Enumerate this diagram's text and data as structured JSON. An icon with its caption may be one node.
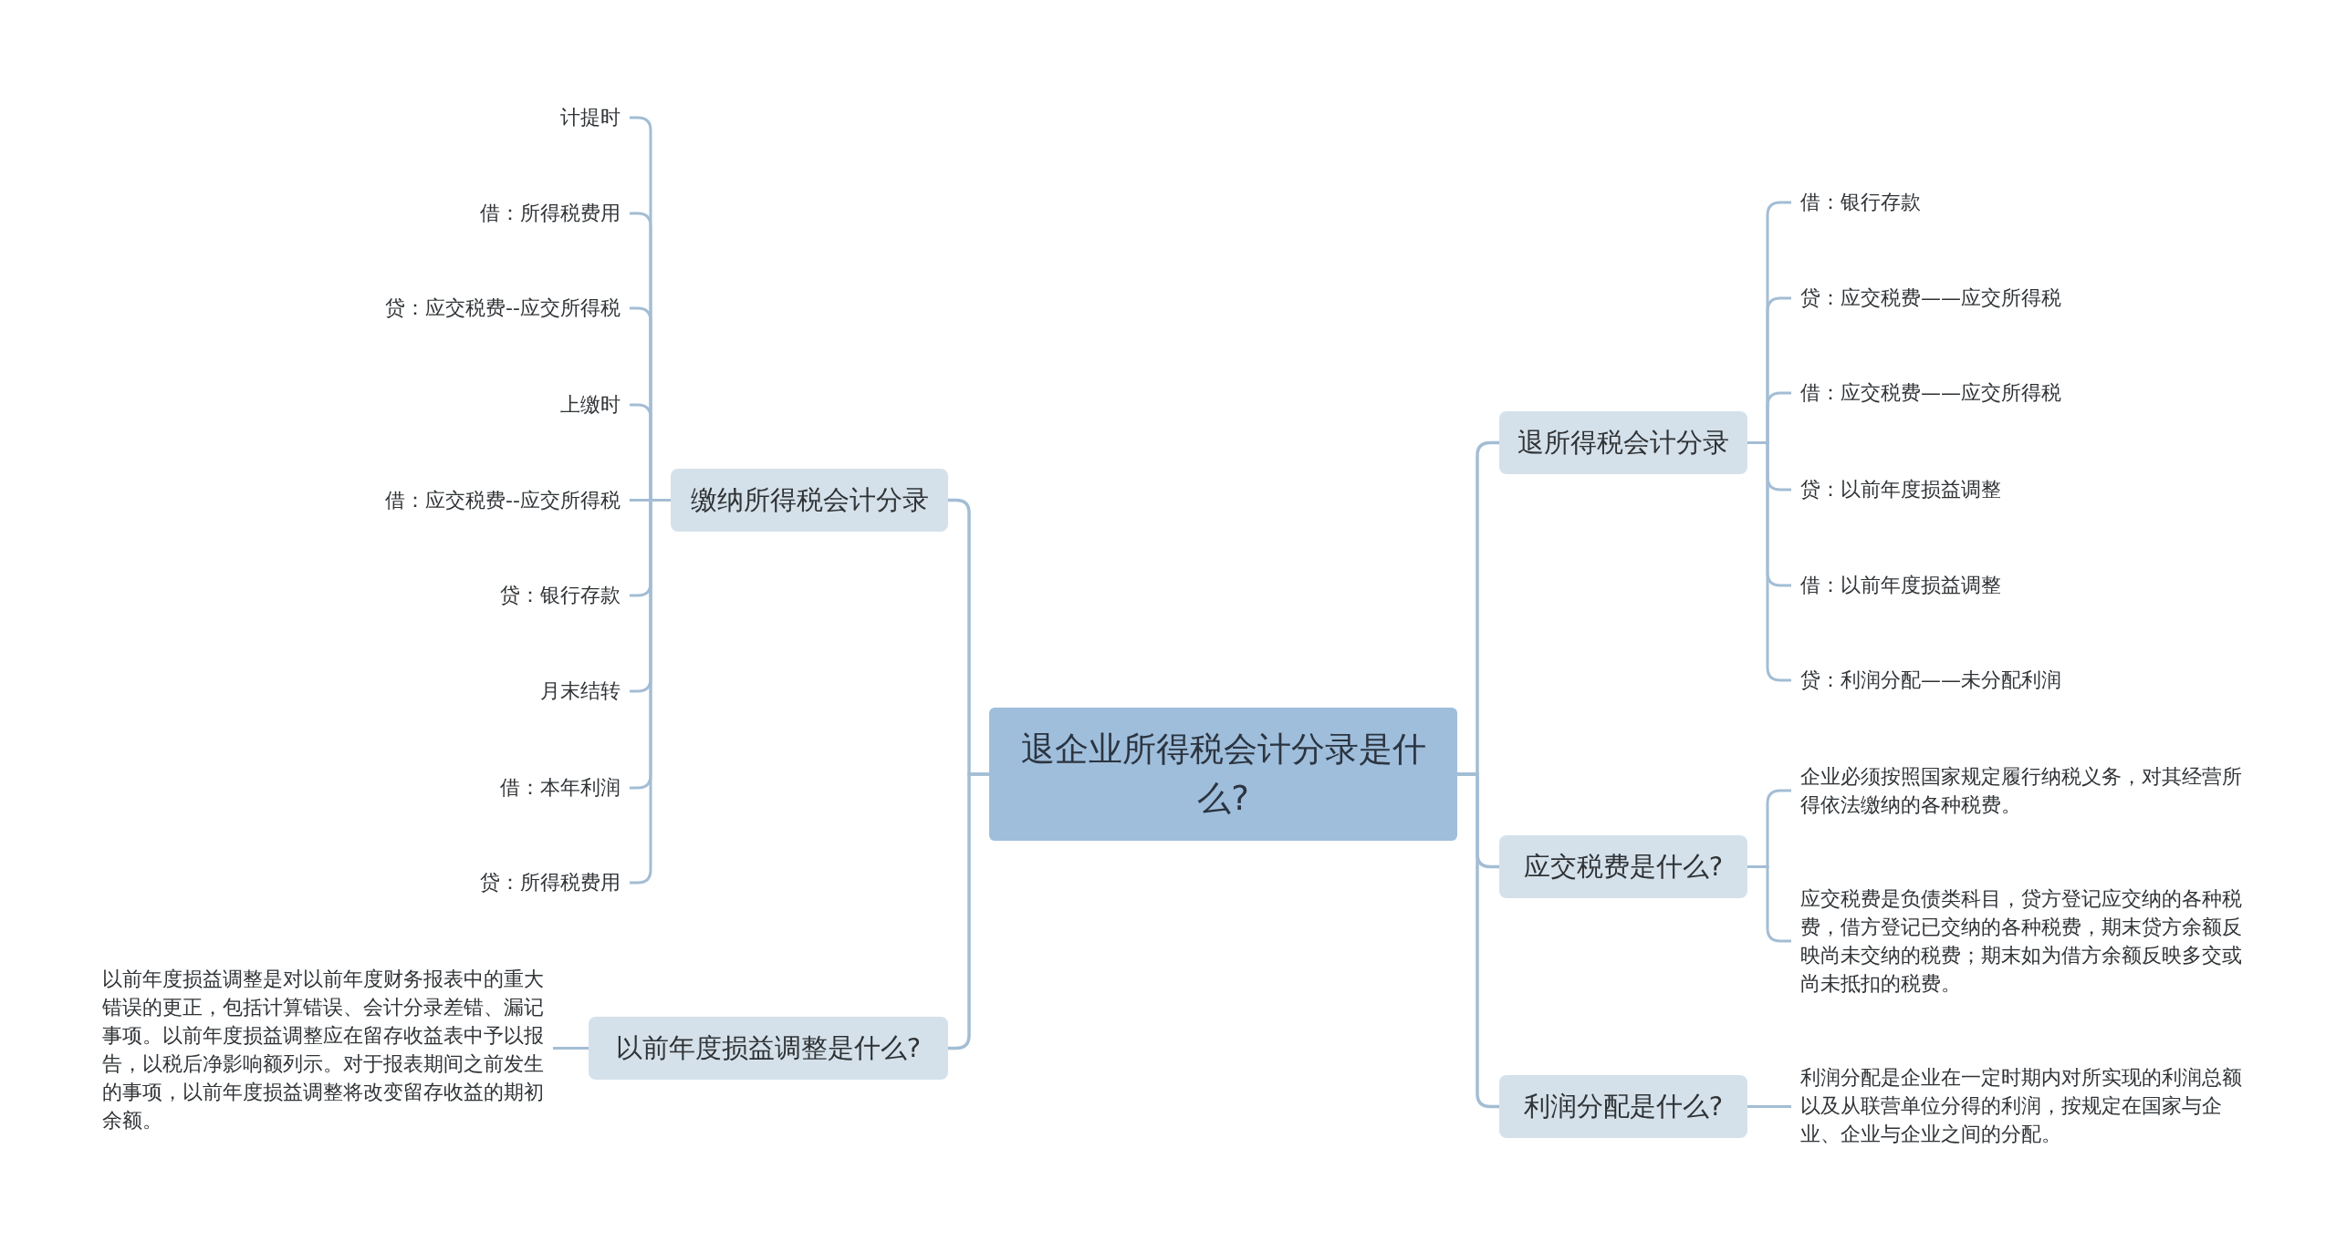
{
  "diagram": {
    "nodes": [
      {
        "text": [
          "退企业所得税会计分录是什么?"
        ]
      },
      {
        "text": [
          "缴纳所得税会计分录"
        ]
      },
      {
        "text": [
          "计提时"
        ]
      },
      {
        "text": [
          "借：所得税费用"
        ]
      },
      {
        "text": [
          "贷：应交税费--应交所得税"
        ]
      },
      {
        "text": [
          "上缴时"
        ]
      },
      {
        "text": [
          "借：应交税费--应交所得税"
        ]
      },
      {
        "text": [
          "贷：银行存款"
        ]
      },
      {
        "text": [
          "月末结转"
        ]
      },
      {
        "text": [
          "借：本年利润"
        ]
      },
      {
        "text": [
          "贷：所得税费用"
        ]
      },
      {
        "text": [
          "以前年度损益调整是什么?"
        ]
      },
      {
        "text": [
          "以前年度损益调整是对以前年度财务报表中的重大错误的更正，包括计算错误、会计分录差错、漏记事项。以前年度损益调整应在留存收益表中予以报告，以税后净影响额列示。对于报表期间之前发生的事项，以前年度损益调整将改变留存收益的期初余额。"
        ]
      },
      {
        "text": [
          "退所得税会计分录"
        ]
      },
      {
        "text": [
          "借：银行存款"
        ]
      },
      {
        "text": [
          "贷：应交税费——应交所得税"
        ]
      },
      {
        "text": [
          "借：应交税费——应交所得税"
        ]
      },
      {
        "text": [
          "贷：以前年度损益调整"
        ]
      },
      {
        "text": [
          "借：以前年度损益调整"
        ]
      },
      {
        "text": [
          "贷：利润分配——未分配利润"
        ]
      },
      {
        "text": [
          "应交税费是什么?"
        ]
      },
      {
        "text": [
          "企业必须按照国家规定履行纳税义务，对其经营所得依法缴纳的各种税费。"
        ]
      },
      {
        "text": [
          "应交税费是负债类科目，贷方登记应交纳的各种税费，借方登记已交纳的各种税费，期末贷方余额反映尚未交纳的税费；期末如为借方余额反映多交或尚未抵扣的税费。"
        ]
      },
      {
        "text": [
          "利润分配是什么?"
        ]
      },
      {
        "text": [
          "利润分配是企业在一定时期内对所实现的利润总额以及从联营单位分得的利润，按规定在国家与企业、企业与企业之间的分配。"
        ]
      }
    ],
    "edges": [
      {
        "from": 0,
        "to": 1,
        "arrow": "none"
      },
      {
        "from": 1,
        "to": 2,
        "arrow": "none"
      },
      {
        "from": 1,
        "to": 3,
        "arrow": "none"
      },
      {
        "from": 1,
        "to": 4,
        "arrow": "none"
      },
      {
        "from": 1,
        "to": 5,
        "arrow": "none"
      },
      {
        "from": 1,
        "to": 6,
        "arrow": "none"
      },
      {
        "from": 1,
        "to": 7,
        "arrow": "none"
      },
      {
        "from": 1,
        "to": 8,
        "arrow": "none"
      },
      {
        "from": 1,
        "to": 9,
        "arrow": "none"
      },
      {
        "from": 1,
        "to": 10,
        "arrow": "none"
      },
      {
        "from": 0,
        "to": 11,
        "arrow": "none"
      },
      {
        "from": 11,
        "to": 12,
        "arrow": "none"
      },
      {
        "from": 0,
        "to": 13,
        "arrow": "none"
      },
      {
        "from": 13,
        "to": 14,
        "arrow": "none"
      },
      {
        "from": 13,
        "to": 15,
        "arrow": "none"
      },
      {
        "from": 13,
        "to": 16,
        "arrow": "none"
      },
      {
        "from": 13,
        "to": 17,
        "arrow": "none"
      },
      {
        "from": 13,
        "to": 18,
        "arrow": "none"
      },
      {
        "from": 13,
        "to": 19,
        "arrow": "none"
      },
      {
        "from": 0,
        "to": 20,
        "arrow": "none"
      },
      {
        "from": 20,
        "to": 21,
        "arrow": "none"
      },
      {
        "from": 20,
        "to": 22,
        "arrow": "none"
      },
      {
        "from": 0,
        "to": 23,
        "arrow": "none"
      },
      {
        "from": 23,
        "to": 24,
        "arrow": "none"
      }
    ]
  }
}
